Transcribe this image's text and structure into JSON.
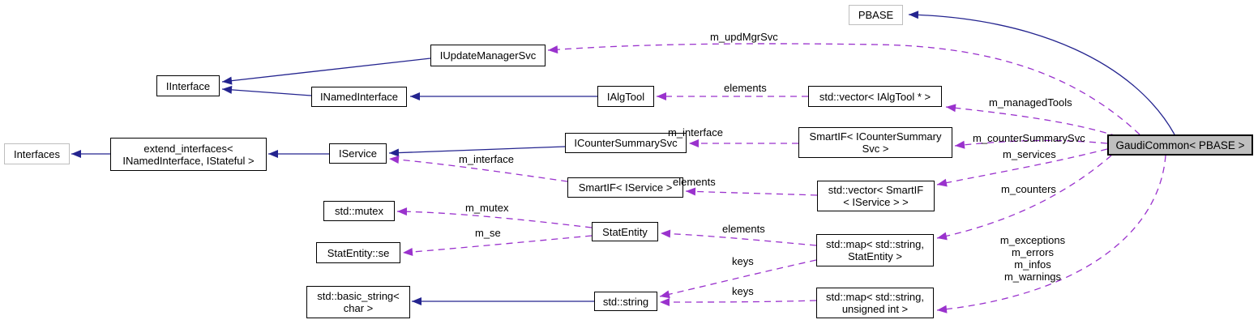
{
  "colors": {
    "inheritance_edge": "#24248f",
    "usage_edge": "#9a32cd",
    "main_node_fill": "#bfbfbf",
    "node_border": "#000000",
    "muted_node_border": "#bebebe"
  },
  "nodes": [
    {
      "label": "PBASE"
    },
    {
      "label": "IUpdateManagerSvc"
    },
    {
      "label": "IInterface"
    },
    {
      "label": "INamedInterface"
    },
    {
      "label": "IAlgTool"
    },
    {
      "label": "std::vector< IAlgTool * >"
    },
    {
      "label": "Interfaces"
    },
    {
      "label": "extend_interfaces<\n INamedInterface, IStateful >"
    },
    {
      "label": "IService"
    },
    {
      "label": "ICounterSummarySvc"
    },
    {
      "label": "SmartIF< ICounterSummary\nSvc >"
    },
    {
      "label": "SmartIF< IService >"
    },
    {
      "label": "std::vector< SmartIF\n< IService > >"
    },
    {
      "label": "std::mutex"
    },
    {
      "label": "StatEntity"
    },
    {
      "label": "StatEntity::se"
    },
    {
      "label": "std::map< std::string,\nStatEntity >"
    },
    {
      "label": "std::basic_string<\nchar >"
    },
    {
      "label": "std::string"
    },
    {
      "label": "std::map< std::string,\nunsigned int >"
    },
    {
      "label": "GaudiCommon< PBASE >"
    }
  ],
  "labels": [
    {
      "text": "m_updMgrSvc"
    },
    {
      "text": "elements"
    },
    {
      "text": "m_managedTools"
    },
    {
      "text": "m_interface"
    },
    {
      "text": "m_counterSummarySvc"
    },
    {
      "text": "m_services"
    },
    {
      "text": "m_interface"
    },
    {
      "text": "elements"
    },
    {
      "text": "m_counters"
    },
    {
      "text": "m_mutex"
    },
    {
      "text": "m_se"
    },
    {
      "text": "elements"
    },
    {
      "text": "keys"
    },
    {
      "text": "m_exceptions\nm_errors\nm_infos\nm_warnings"
    },
    {
      "text": "keys"
    }
  ]
}
